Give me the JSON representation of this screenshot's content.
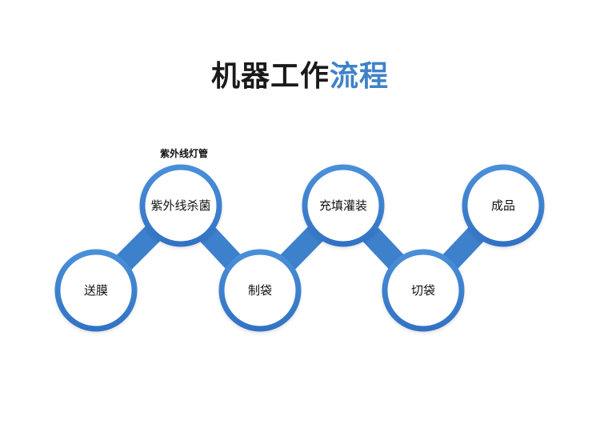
{
  "title": {
    "main": "机器工作",
    "accent": "流程"
  },
  "annotation": "紫外线灯管",
  "steps": [
    "送膜",
    "紫外线杀菌",
    "制袋",
    "充填灌装",
    "切袋",
    "成品"
  ],
  "colors": {
    "ring": "#3a7fd0",
    "ring_light": "#5b9be0",
    "connector": "#3d80cc",
    "accent": "#3f82c8",
    "title": "#1a1a1a"
  }
}
